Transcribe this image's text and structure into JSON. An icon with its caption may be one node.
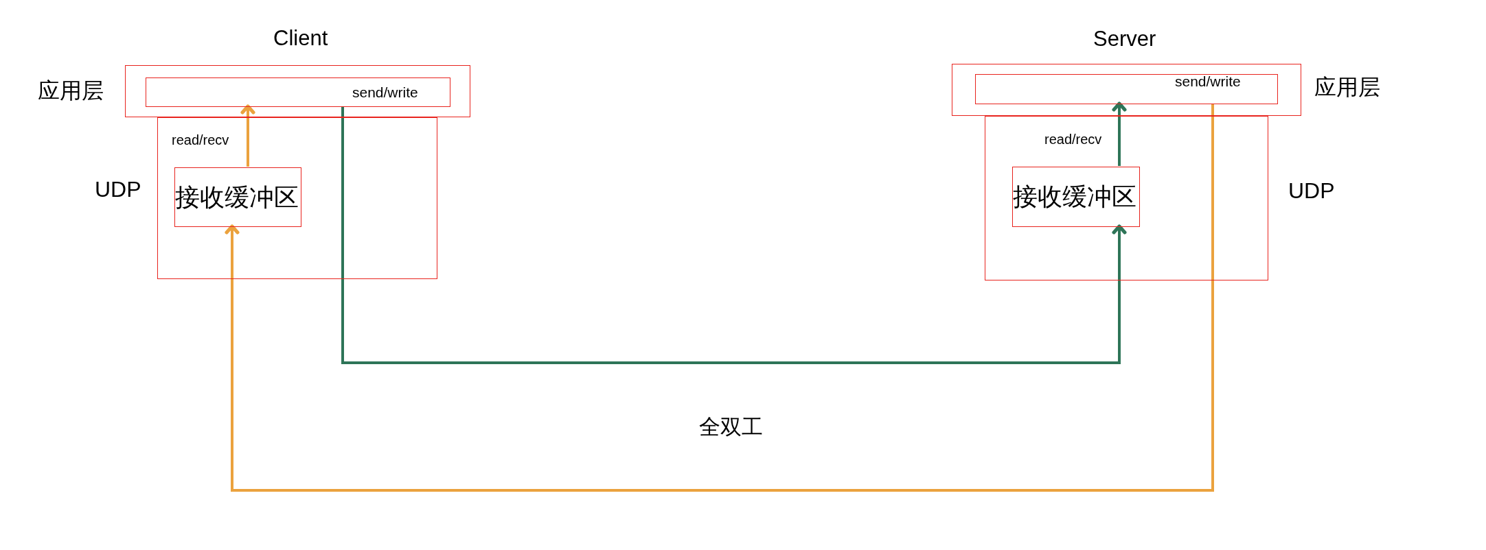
{
  "diagram": {
    "nodes": [
      {
        "text": [
          "Client"
        ],
        "beside": [
          "应用层"
        ]
      },
      {
        "text": [
          "send/write"
        ],
        "in": 0
      },
      {
        "text": [],
        "shape": "box",
        "beside": [
          "UDP"
        ]
      },
      {
        "text": [
          "接收缓冲区"
        ],
        "in": 2
      },
      {
        "text": [
          "Server"
        ],
        "beside": [
          "应用层"
        ]
      },
      {
        "text": [
          "send/write"
        ],
        "in": 4
      },
      {
        "text": [],
        "shape": "box",
        "beside": [
          "UDP"
        ]
      },
      {
        "text": [
          "接收缓冲区"
        ],
        "in": 6
      }
    ],
    "edges": [
      {
        "from": 3,
        "to": 1,
        "arrow": "to",
        "label": "read/recv",
        "color": "#eba23e"
      },
      {
        "from": 1,
        "to": 7,
        "arrow": "to",
        "color": "#2e7558"
      },
      {
        "from": 7,
        "to": 5,
        "arrow": "to",
        "label": "read/recv",
        "color": "#2e7558"
      },
      {
        "from": 5,
        "to": 3,
        "arrow": "to",
        "color": "#eba23e"
      }
    ],
    "labels": [
      "全双工"
    ]
  }
}
